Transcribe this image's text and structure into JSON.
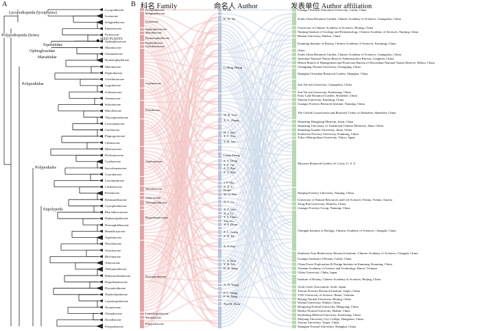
{
  "headers": {
    "panel_a": "A",
    "panel_b": "B",
    "family": "科名 Family",
    "author": "命名人 Author",
    "affiliation": "发表单位 Author affiliation"
  },
  "clades": {
    "lycopodiopsida": "Lycopodiopsida (lycophytes)",
    "polypodiopsida": "Polypodiopsida (ferns)",
    "equisetidae": "Equisetidae",
    "ophioglossidae": "Ophioglossidae",
    "marattiidae": "Marattiidae",
    "polypodiidae": "Polypodiidae",
    "polypodiales": "Polypodiales",
    "eupolypods": "Eupolypods"
  },
  "seed_plants": "SEED PLANTS",
  "tips": [
    "Lycopodiaceae",
    "Isoetaceae",
    "Selaginellaceae",
    "Equisetaceae",
    "Psilotaceae",
    "Ophioglossaceae",
    "Marattiaceae",
    "Osmundaceae",
    "Hymenophyllaceae",
    "Matoniaceae",
    "Dipteridaceae",
    "Gleicheniaceae",
    "Lygodiaceae",
    "Schizaeaceae",
    "Anemiaceae",
    "Salviniaceae",
    "Marsileaceae",
    "Thyrsopteridaceae",
    "Loxsomataceae",
    "Culcitaceae",
    "Plagiogyriaceae",
    "Cibotiaceae",
    "Metaxyaceae",
    "Dicksoniaceae",
    "Cyatheaceae",
    "Saccolomataceae",
    "Cystodiaceae",
    "Lonchitidaceae",
    "Lindsaeaceae",
    "Pteridaceae",
    "Dennstaedtiaceae",
    "Cystopteridaceae",
    "Rhachidosoraceae",
    "Diplaziopsidaceae",
    "Desmophlebiaceae",
    "Hemidictyaceae",
    "Aspleniaceae",
    "Woodsiaceae",
    "Onocleaceae",
    "Blechnaceae",
    "Athyriaceae",
    "Thelypteridaceae",
    "Didymochlaenaceae",
    "Hypodematiaceae",
    "Dryopteridaceae",
    "Nephrolepidaceae",
    "Lomariopsidaceae",
    "Tectariaceae",
    "Oleandraceae",
    "Davalliaceae",
    "Polypodiaceae"
  ],
  "families": [
    {
      "name": "Lycopodiaceae",
      "n": 1
    },
    {
      "name": "Selaginellaceae",
      "n": 1
    },
    {
      "name": "Isoetaceae",
      "n": 4
    },
    {
      "name": "Ophioglossaceae",
      "n": 1
    },
    {
      "name": "Marattiaceae",
      "n": 1
    },
    {
      "name": "Hymenophyllaceae",
      "n": 2
    },
    {
      "name": "Dipteridaceae",
      "n": 1
    },
    {
      "name": "Gleicheniaceae",
      "n": 1
    },
    {
      "name": "",
      "n": 10
    },
    {
      "name": "Cyatheaceae",
      "n": 3
    },
    {
      "name": "",
      "n": 4
    },
    {
      "name": "Pteridaceae",
      "n": 6
    },
    {
      "name": "",
      "n": 9
    },
    {
      "name": "Aspleniaceae",
      "n": 10
    },
    {
      "name": "",
      "n": 3
    },
    {
      "name": "Woodsiaceae",
      "n": 2
    },
    {
      "name": "",
      "n": 1
    },
    {
      "name": "Athyriaceae",
      "n": 1
    },
    {
      "name": "Thelypteridaceae",
      "n": 2
    },
    {
      "name": "",
      "n": 1
    },
    {
      "name": "Hypodematiaceae",
      "n": 5
    },
    {
      "name": "",
      "n": 5
    },
    {
      "name": "Dryopteridaceae",
      "n": 24
    },
    {
      "name": "Lomariopsidaceae",
      "n": 1
    },
    {
      "name": "Tectariaceae",
      "n": 1
    },
    {
      "name": "Polypodiaceae",
      "n": 3
    }
  ],
  "authors": [
    {
      "name": "H. He",
      "n": 1
    },
    {
      "name": "",
      "n": 1
    },
    {
      "name": "K. W. Xu",
      "n": 2
    },
    {
      "name": "",
      "n": 6
    },
    {
      "name": "Li Bing Zhang",
      "n": 16
    },
    {
      "name": "",
      "n": 6
    },
    {
      "name": "W. B. Liao",
      "n": 1
    },
    {
      "name": "X. C. Zhang",
      "n": 2
    },
    {
      "name": "",
      "n": 2
    },
    {
      "name": "H. J. Wei",
      "n": 1
    },
    {
      "name": "T. C. Hsu",
      "n": 1
    },
    {
      "name": "Y. H. Yan",
      "n": 2
    },
    {
      "name": "",
      "n": 2
    },
    {
      "name": "Liang Zhang",
      "n": 2
    },
    {
      "name": "S. Y. Dong",
      "n": 1
    },
    {
      "name": "Y. F. Gu",
      "n": 1
    },
    {
      "name": "Z. Y. Zuo",
      "n": 1
    },
    {
      "name": "Z. Y. Wei",
      "n": 1
    },
    {
      "name": "",
      "n": 2
    },
    {
      "name": "J. P. Shu",
      "n": 1
    },
    {
      "name": "Z. X. Li",
      "n": 1
    },
    {
      "name": "Kropf",
      "n": 1
    },
    {
      "name": "M. Q. Han",
      "n": 1
    },
    {
      "name": "",
      "n": 1
    },
    {
      "name": "N. T. Lu",
      "n": 1
    },
    {
      "name": "",
      "n": 1
    },
    {
      "name": "X. F. Gao",
      "n": 1
    },
    {
      "name": "X. J. Li",
      "n": 1
    },
    {
      "name": "Y. S. Chao",
      "n": 1
    },
    {
      "name": "Yan Liu",
      "n": 1
    },
    {
      "name": "Yi F. Duan",
      "n": 1
    },
    {
      "name": "",
      "n": 1
    },
    {
      "name": "Z. L. Liang",
      "n": 1
    },
    {
      "name": "Z. R. He",
      "n": 1
    },
    {
      "name": "",
      "n": 2
    },
    {
      "name": "X. P. Fan",
      "n": 1
    },
    {
      "name": "",
      "n": 3
    },
    {
      "name": "L. Y. Kuo",
      "n": 1
    },
    {
      "name": "Y. H. Wu",
      "n": 1
    },
    {
      "name": "R. H. Jiang",
      "n": 1
    },
    {
      "name": "",
      "n": 4
    },
    {
      "name": "A. H. Wang",
      "n": 1
    },
    {
      "name": "",
      "n": 1
    },
    {
      "name": "P. G. Wang",
      "n": 1
    },
    {
      "name": "F. W. Xing",
      "n": 1
    },
    {
      "name": "",
      "n": 1
    },
    {
      "name": "Xin M. Zhou",
      "n": 1
    },
    {
      "name": "",
      "n": 7
    }
  ],
  "affiliations": [
    {
      "name": "Guangxi Teachers Education University, Guilin, China",
      "n": 1
    },
    {
      "name": "South China Botanical Garden, Chinese Academy of Sciences, Guangzhou, China",
      "n": 4
    },
    {
      "name": "University of Chinese Academy of Sciences, Beijing, China",
      "n": 1
    },
    {
      "name": "Nanjing Institute of Geology and Palaeontology, Chinese Academy of Sciences, Nanjing, China",
      "n": 1
    },
    {
      "name": "Hainan University, Haikou, China",
      "n": 1
    },
    {
      "name": "Kunming Institute of Botany, Chinese Academy of Sciences, Kunming, China",
      "n": 3
    },
    {
      "name": "Other",
      "n": 1
    },
    {
      "name": "South China Botanical Garden, Chinese Academy of Sciences, Guangzhou, China",
      "n": 1
    },
    {
      "name": "Jinfoshan National Nature Reserve Administrative Bureau, Longmen, China",
      "n": 1
    },
    {
      "name": "Hekou Branch of Management and Protection Bureau of Daweishan National Nature Reserve, Hekou, China",
      "n": 1
    },
    {
      "name": "Chongqing Normal University, Chongqing, China",
      "n": 1
    },
    {
      "name": "Shanghai Chenshan Botanical Garden, Shanghai, China",
      "n": 3
    },
    {
      "name": "Sun Yat-sen University, Guangzhou, China",
      "n": 3
    },
    {
      "name": "Sun Yat-sen University, Kaohsiung, China",
      "n": 1
    },
    {
      "name": "Fairy Lake Botanical Garden, Shenzhen, China",
      "n": 1
    },
    {
      "name": "Yunnan University, Kunming, China",
      "n": 1
    },
    {
      "name": "Guangxi Forestry Research Institute, Nanning, China",
      "n": 1
    },
    {
      "name": "The Orchid Conservation and Research Center of Shenzhen, Shenzhen, China",
      "n": 4
    },
    {
      "name": "Shandong Hongjiang Museum, Jinan, China",
      "n": 1
    },
    {
      "name": "Shandong University of Traditional Chinese Medicine, Jinan, China",
      "n": 1
    },
    {
      "name": "Shandong Jianzhu University, Jinan, China",
      "n": 1
    },
    {
      "name": "Southwest Forestry University, Kunming, China",
      "n": 1
    },
    {
      "name": "Tokyo Metropolitan University, Tokyo, Japan",
      "n": 1
    },
    {
      "name": "Missouri Botanical Garden, St. Louis, U. S. A",
      "n": 14
    },
    {
      "name": "Nanjing Forestry University, Nanjing, China",
      "n": 3
    },
    {
      "name": "University of Natural Resources and Life Sciences Vienna, Vienna, Austria",
      "n": 1
    },
    {
      "name": "Tsing Hua University, Hsinchu, China",
      "n": 1
    },
    {
      "name": "Guangxi Forestry Group, Nanning, China",
      "n": 1
    },
    {
      "name": "Chengdu Institute of Biology, Chinese Academy of Sciences, Chengdu, China",
      "n": 12
    },
    {
      "name": "Southeast Asia Biodiversity Research Institute, Chinese Academy of Sciences, Chengdu, China",
      "n": 1
    },
    {
      "name": "Guangxi Institute of Botany, Guilin, China",
      "n": 2
    },
    {
      "name": "China Forest Exploration & Design Institute in Kunming, Kunming, China",
      "n": 1
    },
    {
      "name": "Vietnam Academy of Science and Technology, Hanoi, Vietnam",
      "n": 1
    },
    {
      "name": "Chiba University, Chiba, Japan",
      "n": 1
    },
    {
      "name": "Institute of Botany, Chinese Academy of Sciences, Beijing, China",
      "n": 3
    },
    {
      "name": "Aichi Green Association, Aichi, Japan",
      "n": 1
    },
    {
      "name": "Taiwan Forestry Research Institute, Taipei, China",
      "n": 1
    },
    {
      "name": "VNU University of Science, Hanoi, Vietnam",
      "n": 1
    },
    {
      "name": "Beijing Normal University, Beijing, China",
      "n": 1
    },
    {
      "name": "Wuhan University, Wuhan, China",
      "n": 1
    },
    {
      "name": "Hengyang Normal University, Hengyang, China",
      "n": 1
    },
    {
      "name": "Harbin Normal University, Harbin, China",
      "n": 1
    },
    {
      "name": "Kaohsiung Medical University, Kaohsiung, China",
      "n": 1
    },
    {
      "name": "Zhejiang University City College, Hangzhou, China",
      "n": 1
    },
    {
      "name": "Taiwan University, Taipei, China",
      "n": 1
    },
    {
      "name": "Shanghai Normal University, Shanghai, China",
      "n": 1
    }
  ],
  "colors": {
    "family": "#e5a3a3",
    "author": "#b8c6dd",
    "affiliation": "#b9d7b1",
    "link_left": "#f2c4c4",
    "link_right": "#cdd8ea",
    "tree": "#222222"
  }
}
